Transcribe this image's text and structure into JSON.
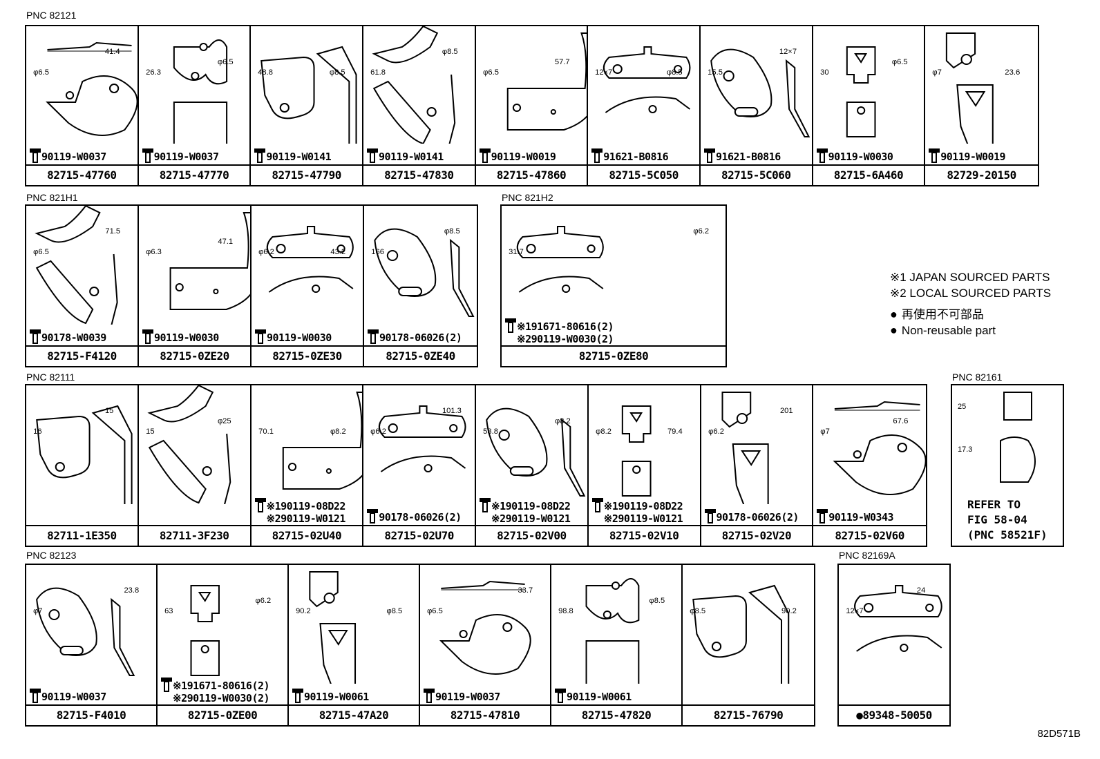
{
  "groups": {
    "g1": {
      "pnc": "PNC 82121"
    },
    "g2": {
      "pnc": "PNC 821H1"
    },
    "g3": {
      "pnc": "PNC 821H2"
    },
    "g4": {
      "pnc": "PNC 82111"
    },
    "g5": {
      "pnc": "PNC 82161"
    },
    "g6": {
      "pnc": "PNC 82123"
    },
    "g7": {
      "pnc": "PNC 82169A"
    }
  },
  "row1": [
    {
      "part": "82715-47760",
      "bolt": "90119-W0037",
      "dims": [
        "φ6.5",
        "41.4"
      ]
    },
    {
      "part": "82715-47770",
      "bolt": "90119-W0037",
      "dims": [
        "26.3",
        "φ6.5"
      ]
    },
    {
      "part": "82715-47790",
      "bolt": "90119-W0141",
      "dims": [
        "48.8",
        "φ8.5"
      ]
    },
    {
      "part": "82715-47830",
      "bolt": "90119-W0141",
      "dims": [
        "61.8",
        "φ8.5"
      ]
    },
    {
      "part": "82715-47860",
      "bolt": "90119-W0019",
      "dims": [
        "φ6.5",
        "57.7"
      ]
    },
    {
      "part": "82715-5C050",
      "bolt": "91621-B0816",
      "dims": [
        "12×7",
        "φ8.5"
      ]
    },
    {
      "part": "82715-5C060",
      "bolt": "91621-B0816",
      "dims": [
        "15.5",
        "12×7"
      ]
    },
    {
      "part": "82715-6A460",
      "bolt": "90119-W0030",
      "dims": [
        "30",
        "φ6.5"
      ]
    },
    {
      "part": "82729-20150",
      "bolt": "90119-W0019",
      "dims": [
        "φ7",
        "23.6"
      ]
    }
  ],
  "row2": [
    {
      "part": "82715-F4120",
      "bolt": "90178-W0039",
      "dims": [
        "φ6.5",
        "71.5"
      ]
    },
    {
      "part": "82715-0ZE20",
      "bolt": "90119-W0030",
      "dims": [
        "φ6.3",
        "47.1"
      ]
    },
    {
      "part": "82715-0ZE30",
      "bolt": "90119-W0030",
      "dims": [
        "φ6.2",
        "43.2"
      ]
    },
    {
      "part": "82715-0ZE40",
      "bolt": "90178-06026(2)",
      "dims": [
        "166",
        "φ8.5"
      ]
    }
  ],
  "row2b": [
    {
      "part": "82715-0ZE80",
      "bolt": "※191671-80616(2)",
      "bolt2": "※290119-W0030(2)",
      "dims": [
        "31.7",
        "φ6.2"
      ]
    }
  ],
  "row3": [
    {
      "part": "82711-1E350",
      "bolt": "",
      "dims": [
        "16",
        "15"
      ]
    },
    {
      "part": "82711-3F230",
      "bolt": "",
      "dims": [
        "15",
        "φ25"
      ]
    },
    {
      "part": "82715-02U40",
      "bolt": "※190119-08D22",
      "bolt2": "※290119-W0121",
      "dims": [
        "70.1",
        "φ8.2"
      ]
    },
    {
      "part": "82715-02U70",
      "bolt": "90178-06026(2)",
      "dims": [
        "φ6.2",
        "101.3"
      ]
    },
    {
      "part": "82715-02V00",
      "bolt": "※190119-08D22",
      "bolt2": "※290119-W0121",
      "dims": [
        "53.8",
        "φ8.2"
      ]
    },
    {
      "part": "82715-02V10",
      "bolt": "※190119-08D22",
      "bolt2": "※290119-W0121",
      "dims": [
        "φ8.2",
        "79.4"
      ]
    },
    {
      "part": "82715-02V20",
      "bolt": "90178-06026(2)",
      "dims": [
        "φ6.2",
        "201"
      ]
    },
    {
      "part": "82715-02V60",
      "bolt": "90119-W0343",
      "dims": [
        "φ7",
        "67.6"
      ]
    }
  ],
  "refer": {
    "dims": [
      "25",
      "17.3"
    ],
    "text": "REFER TO\nFIG 58-04\n(PNC 58521F)"
  },
  "row4": [
    {
      "part": "82715-F4010",
      "bolt": "90119-W0037",
      "dims": [
        "φ7",
        "23.8"
      ]
    },
    {
      "part": "82715-0ZE00",
      "bolt": "※191671-80616(2)",
      "bolt2": "※290119-W0030(2)",
      "dims": [
        "63",
        "φ6.2"
      ]
    },
    {
      "part": "82715-47A20",
      "bolt": "90119-W0061",
      "dims": [
        "90.2",
        "φ8.5"
      ]
    },
    {
      "part": "82715-47810",
      "bolt": "90119-W0037",
      "dims": [
        "φ6.5",
        "33.7"
      ]
    },
    {
      "part": "82715-47820",
      "bolt": "90119-W0061",
      "dims": [
        "98.8",
        "φ8.5"
      ]
    },
    {
      "part": "82715-76790",
      "bolt": "",
      "dims": [
        "φ8.5",
        "90.2"
      ]
    }
  ],
  "row4b": [
    {
      "part": "●89348-50050",
      "bolt": "",
      "dims": [
        "12×7",
        "24"
      ]
    }
  ],
  "legend": {
    "l1": "※1 JAPAN SOURCED PARTS",
    "l2": "※2 LOCAL SOURCED PARTS",
    "l3": "再使用不可部品",
    "l4": "Non-reusable part",
    "dot": "●"
  },
  "figure_id": "82D571B"
}
